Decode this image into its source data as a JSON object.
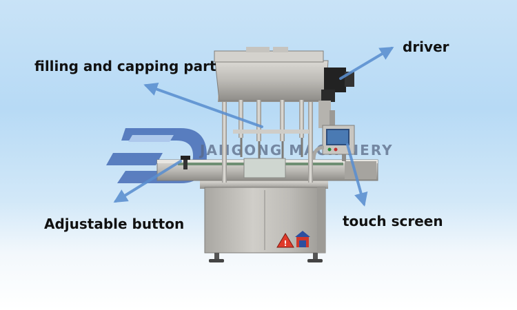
{
  "labels": {
    "filling_capping": "filling and capping part",
    "driver": "driver",
    "adjustable_button": "Adjustable button",
    "touch_screen": "touch screen"
  },
  "watermark": {
    "text": "JANGONG MACHINERY"
  },
  "colors": {
    "arrow": "#5a8fd0",
    "logo": "#3b62b0",
    "steel": "#b8b6b1"
  }
}
